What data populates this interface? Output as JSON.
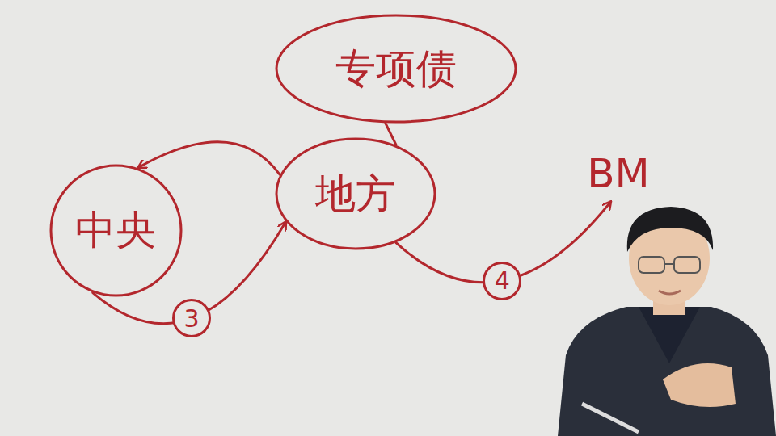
{
  "diagram": {
    "nodes": [
      {
        "text": [
          "专项债"
        ]
      },
      {
        "text": [
          "中央"
        ]
      },
      {
        "text": [
          "地方"
        ]
      },
      {
        "text": [
          "BM"
        ]
      }
    ],
    "edges": [
      {
        "from": 2,
        "to": 1,
        "arrow": "to"
      },
      {
        "from": 1,
        "to": 2,
        "arrow": "to",
        "label": "3"
      },
      {
        "from": 2,
        "to": 3,
        "arrow": "to",
        "label": "4"
      },
      {
        "from": 0,
        "to": 2,
        "arrow": "none"
      }
    ]
  }
}
